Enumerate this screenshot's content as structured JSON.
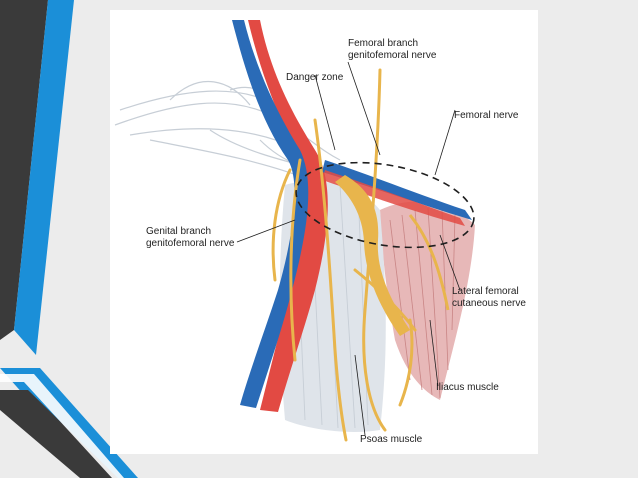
{
  "slide": {
    "background": "#ececec",
    "accent_dark": "#3a3a3a",
    "accent_blue": "#1b8fd8"
  },
  "figure": {
    "background": "#ffffff",
    "colors": {
      "artery": "#e24a43",
      "vein": "#2a6bb7",
      "nerve": "#e8b54c",
      "nerve_light": "#f1d58b",
      "muscle": "#d9a5a5",
      "tissue": "#c7ced6"
    },
    "labels": {
      "femoral_branch_line1": "Femoral branch",
      "femoral_branch_line2": "genitofemoral nerve",
      "danger_zone": "Danger zone",
      "femoral_nerve": "Femoral nerve",
      "genital_branch_line1": "Genital branch",
      "genital_branch_line2": "genitofemoral nerve",
      "lateral_femoral_line1": "Lateral femoral",
      "lateral_femoral_line2": "cutaneous nerve",
      "iliacus_muscle": "Iliacus muscle",
      "psoas_muscle": "Psoas muscle"
    }
  }
}
